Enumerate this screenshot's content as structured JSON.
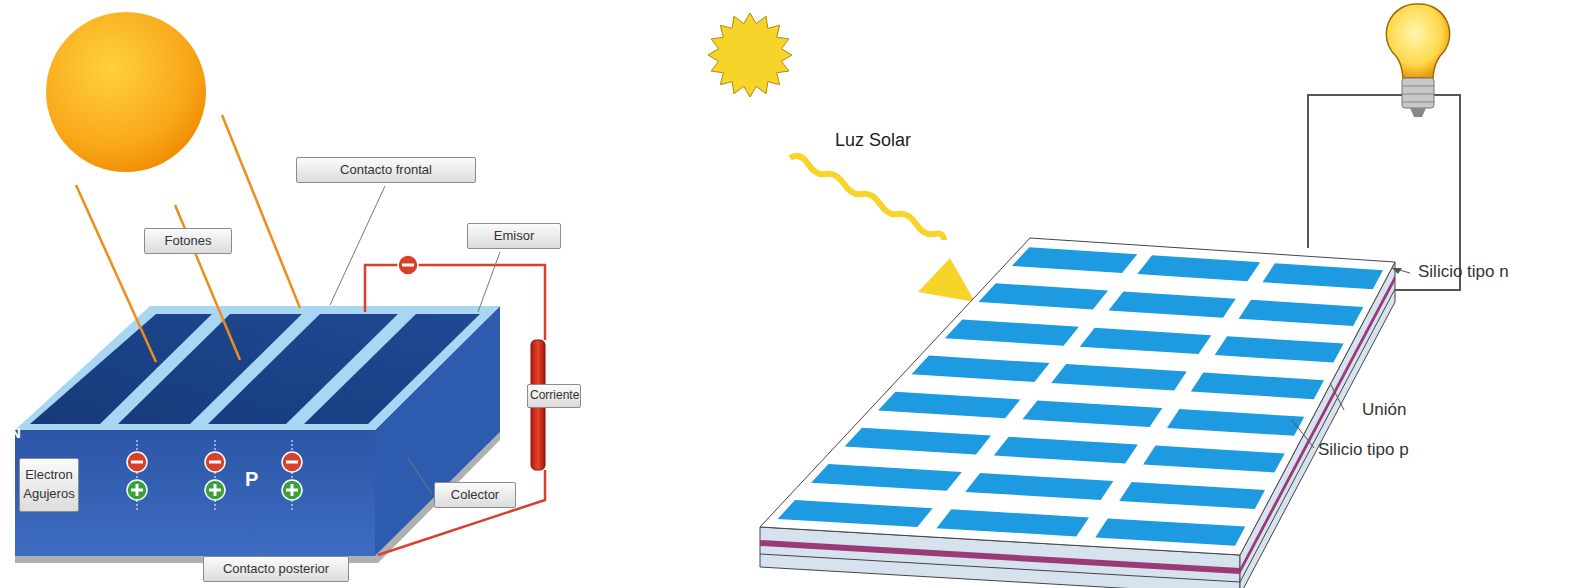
{
  "diagram": {
    "nodes": [
      {
        "text": [
          "Contacto frontal"
        ]
      },
      {
        "text": [
          "Fotones"
        ]
      },
      {
        "text": [
          "Emisor"
        ]
      },
      {
        "text": [
          "Corriente"
        ]
      },
      {
        "text": [
          "Electron Agujeros"
        ]
      },
      {
        "text": [
          "Colector"
        ]
      },
      {
        "text": [
          "Contacto posterior"
        ]
      }
    ],
    "labels": [
      "N",
      "P",
      "Luz Solar",
      "Silicio tipo n",
      "Unión",
      "Silicio tipo p"
    ]
  }
}
